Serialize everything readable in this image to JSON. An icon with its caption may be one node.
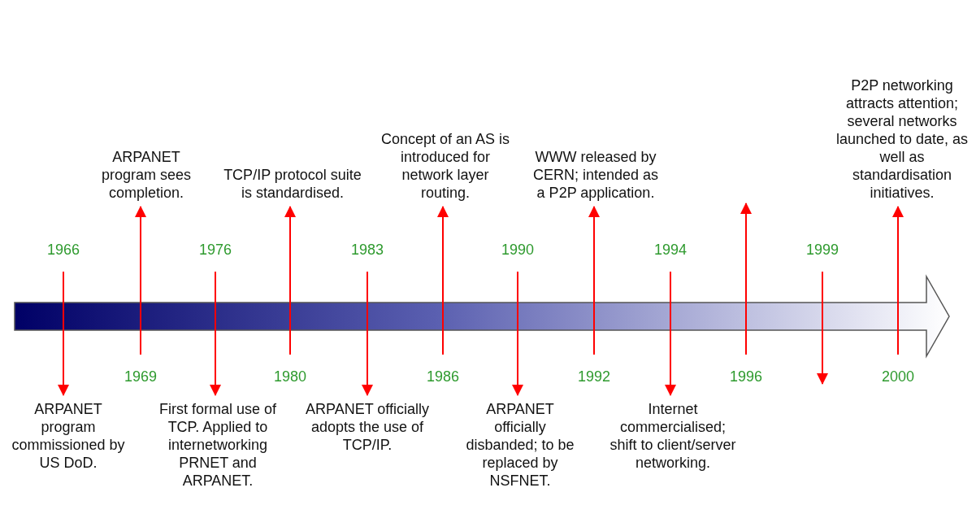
{
  "diagram": {
    "nodes": [
      {
        "text": [
          "1966"
        ]
      },
      {
        "text": [
          "ARPANET program commissioned by US DoD."
        ]
      },
      {
        "text": [
          "1969"
        ]
      },
      {
        "text": [
          "ARPANET program sees completion."
        ]
      },
      {
        "text": [
          "1976"
        ]
      },
      {
        "text": [
          "First formal use of TCP. Applied to internetworking PRNET and ARPANET."
        ]
      },
      {
        "text": [
          "1980"
        ]
      },
      {
        "text": [
          "TCP/IP protocol suite is standardised."
        ]
      },
      {
        "text": [
          "1983"
        ]
      },
      {
        "text": [
          "ARPANET officially adopts the use of TCP/IP."
        ]
      },
      {
        "text": [
          "1986"
        ]
      },
      {
        "text": [
          "Concept of an AS is introduced for network layer routing."
        ]
      },
      {
        "text": [
          "1990"
        ]
      },
      {
        "text": [
          "ARPANET officially disbanded; to be replaced by NSFNET."
        ]
      },
      {
        "text": [
          "1992"
        ]
      },
      {
        "text": [
          "WWW released by CERN; intended as a P2P application."
        ]
      },
      {
        "text": [
          "1994"
        ]
      },
      {
        "text": [
          "Internet commercialised; shift to client/server networking."
        ]
      },
      {
        "text": [
          "1996"
        ]
      },
      {
        "text": [
          "1999"
        ]
      },
      {
        "text": [
          "2000"
        ]
      },
      {
        "text": [
          "P2P networking attracts attention; several networks launched to date, as well as standardisation initiatives."
        ]
      }
    ],
    "edges": [
      {
        "from": 0,
        "to": 1,
        "arrow": "to"
      },
      {
        "from": 2,
        "to": 3,
        "arrow": "to"
      },
      {
        "from": 4,
        "to": 5,
        "arrow": "to"
      },
      {
        "from": 6,
        "to": 7,
        "arrow": "to"
      },
      {
        "from": 8,
        "to": 9,
        "arrow": "to"
      },
      {
        "from": 10,
        "to": 11,
        "arrow": "to"
      },
      {
        "from": 12,
        "to": 13,
        "arrow": "to"
      },
      {
        "from": 14,
        "to": 15,
        "arrow": "to"
      },
      {
        "from": 16,
        "to": 17,
        "arrow": "to"
      },
      {
        "from": 18,
        "to": null,
        "arrow": "to"
      },
      {
        "from": 19,
        "to": null,
        "arrow": "to"
      },
      {
        "from": 20,
        "to": 21,
        "arrow": "to"
      }
    ]
  }
}
